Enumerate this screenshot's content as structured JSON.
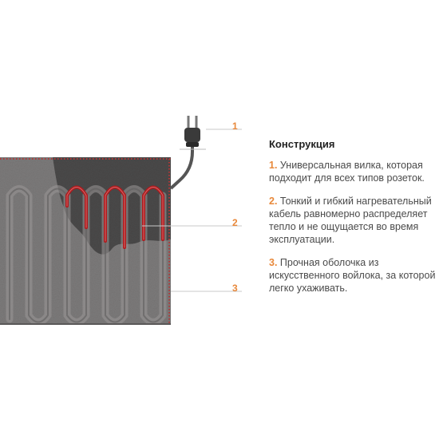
{
  "title": "Конструкция",
  "items": [
    {
      "num": "1.",
      "text": "Универсальная вилка, которая подходит для всех типов розеток."
    },
    {
      "num": "2.",
      "text": "Тонкий и гибкий нагревательный кабель равномерно распределяет тепло и не ощущается во время эксплуатации."
    },
    {
      "num": "3.",
      "text": "Прочная оболочка из искусственного войлока, за которой легко ухаживать."
    }
  ],
  "callouts": [
    "1",
    "2",
    "3"
  ],
  "colors": {
    "accent": "#e8883a",
    "cable": "#b0191c",
    "felt_light": "#7a7878",
    "felt_dark": "#4a4848",
    "edge": "#b23a3a"
  }
}
